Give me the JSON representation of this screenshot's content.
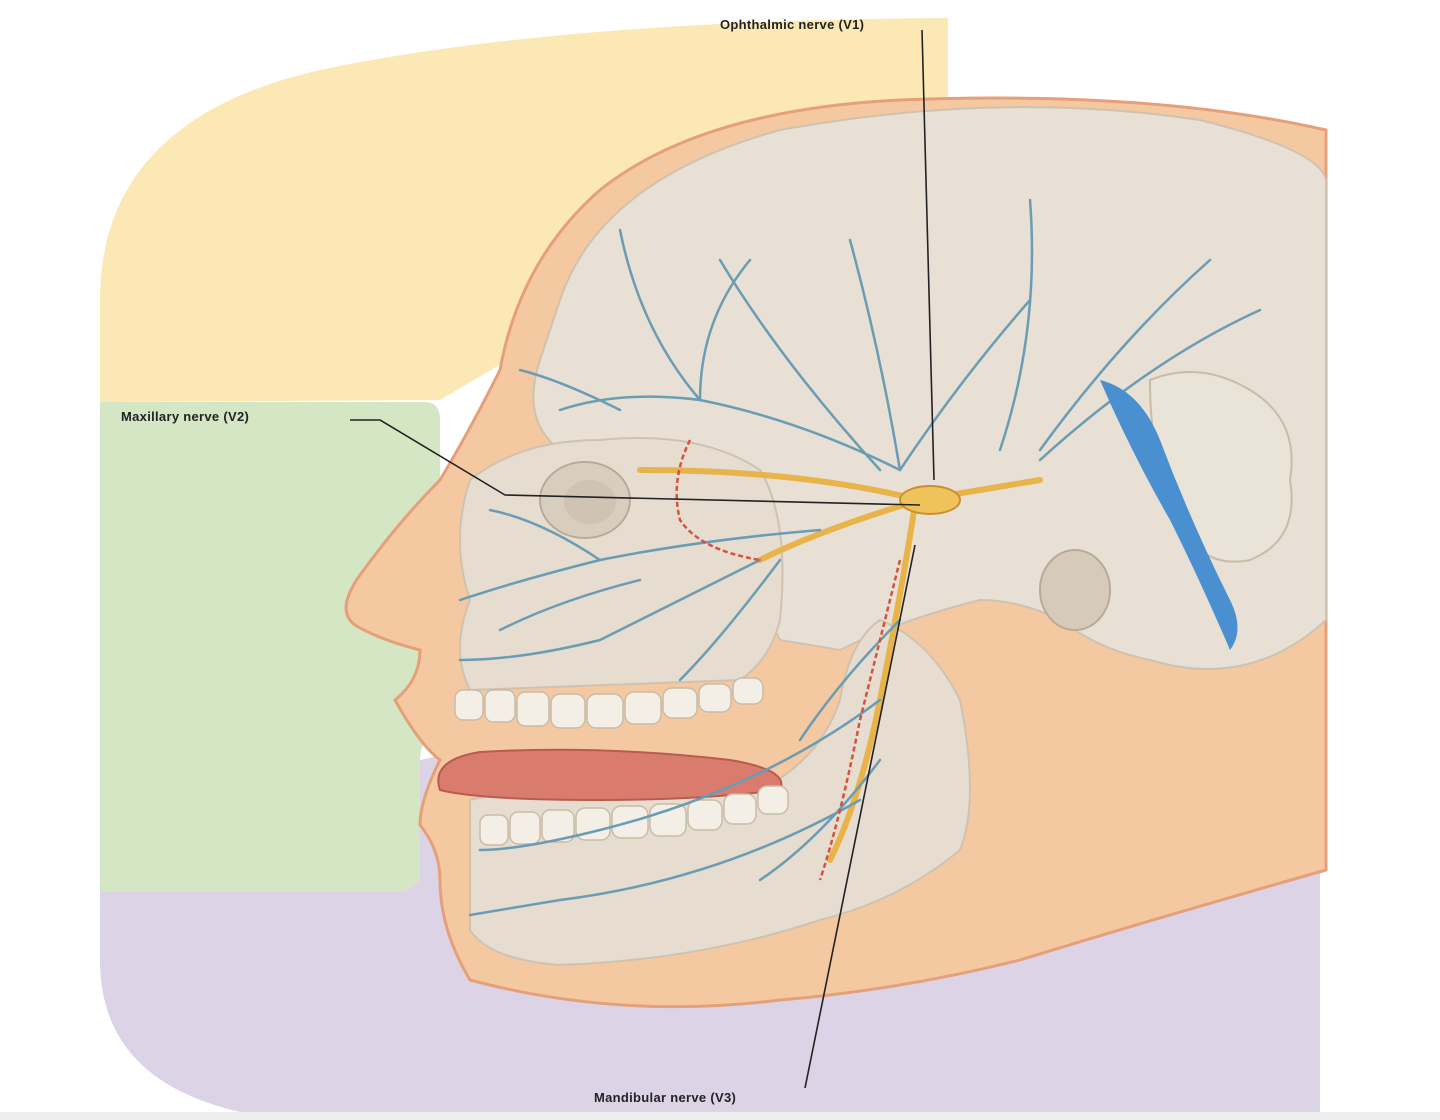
{
  "labels": {
    "ophthalmic": "Ophthalmic nerve (V1)",
    "maxillary": "Maxillary nerve (V2)",
    "mandibular": "Mandibular nerve (V3)"
  },
  "colors": {
    "region_v1": "#fbe8b4",
    "region_v2": "#d4e6c4",
    "region_v3": "#dcd4e6",
    "skin": "#f4c9a2",
    "skull": "#e8e0d4",
    "nerve": "#e8b44a",
    "nerve_branch": "#6a9cb4",
    "artery": "#d5523c",
    "vein": "#4a90d0",
    "tongue": "#d97c6e",
    "leader_line": "#222222"
  },
  "icons": [
    "trigeminal-ganglion-icon",
    "skull-illustration-icon",
    "tongue-icon",
    "teeth-icon"
  ]
}
